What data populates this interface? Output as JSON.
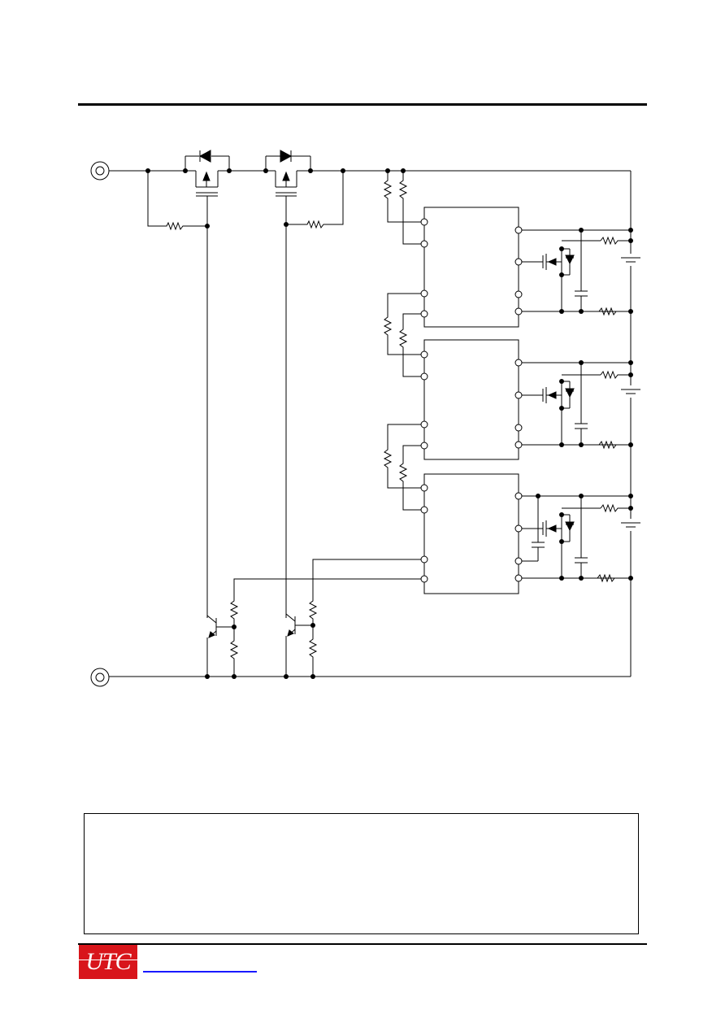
{
  "header": {
    "rule": "top-rule"
  },
  "schematic": {
    "terminals": [
      "positive-terminal",
      "negative-terminal"
    ],
    "protection_ics": 3,
    "cells": 3,
    "line_color": "#000000"
  },
  "note_box": {
    "text": ""
  },
  "footer": {
    "logo_text": "UTC",
    "logo_color": "#d8151b",
    "link_text": "",
    "link_color": "#1a1aff"
  }
}
